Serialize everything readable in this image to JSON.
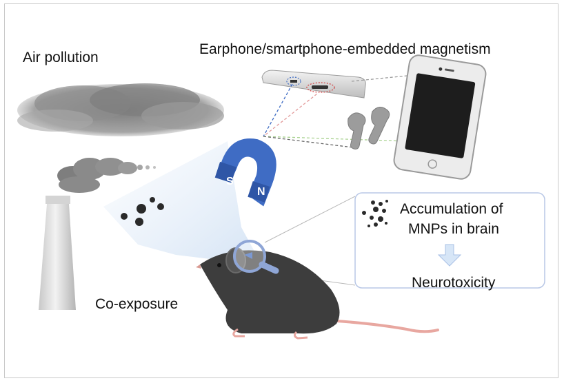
{
  "labels": {
    "air_pollution": "Air pollution",
    "earphone_magnetism": "Earphone/smartphone-embedded magnetism",
    "co_exposure": "Co-exposure",
    "accumulation_line1": "Accumulation of",
    "accumulation_line2": "MNPs in brain",
    "neurotoxicity": "Neurotoxicity"
  },
  "magnet": {
    "south": "S",
    "north": "N"
  },
  "colors": {
    "magnet_blue": "#3f6cc4",
    "cloud_gray": "#8a8a8a",
    "smoke_gray": "#7a7a7a",
    "phone_black": "#1d1d1d",
    "mouse_gray": "#3d3d3d",
    "mouse_tail": "#e8a7a0",
    "panel_border": "#b8c7e6",
    "beam_blue": "#d7e6f7",
    "particle_dark": "#2a2a2a"
  },
  "icons": [
    "cloud-icon",
    "factory-chimney-icon",
    "magnet-icon",
    "smartphone-icon",
    "earphone-icon",
    "mouse-icon",
    "magnifier-icon",
    "down-arrow-icon"
  ]
}
